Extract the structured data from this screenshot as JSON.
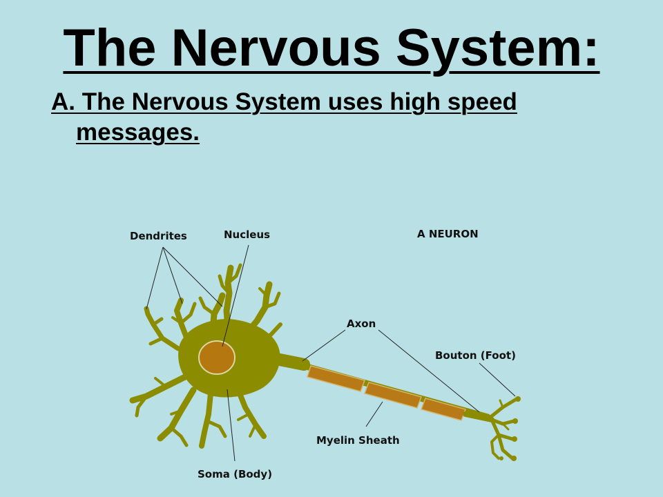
{
  "slide": {
    "title": "The Nervous System:",
    "bullet_line1": "A. The Nervous System uses high speed",
    "bullet_line2": "messages."
  },
  "diagram": {
    "heading": "A NEURON",
    "labels": {
      "dendrites": "Dendrites",
      "nucleus": "Nucleus",
      "axon": "Axon",
      "bouton": "Bouton (Foot)",
      "myelin": "Myelin Sheath",
      "soma": "Soma (Body)"
    },
    "colors": {
      "background": "#b9e0e4",
      "cell_body": "#8c8c00",
      "nucleus": "#b5770f",
      "myelin": "#b87a16"
    }
  }
}
